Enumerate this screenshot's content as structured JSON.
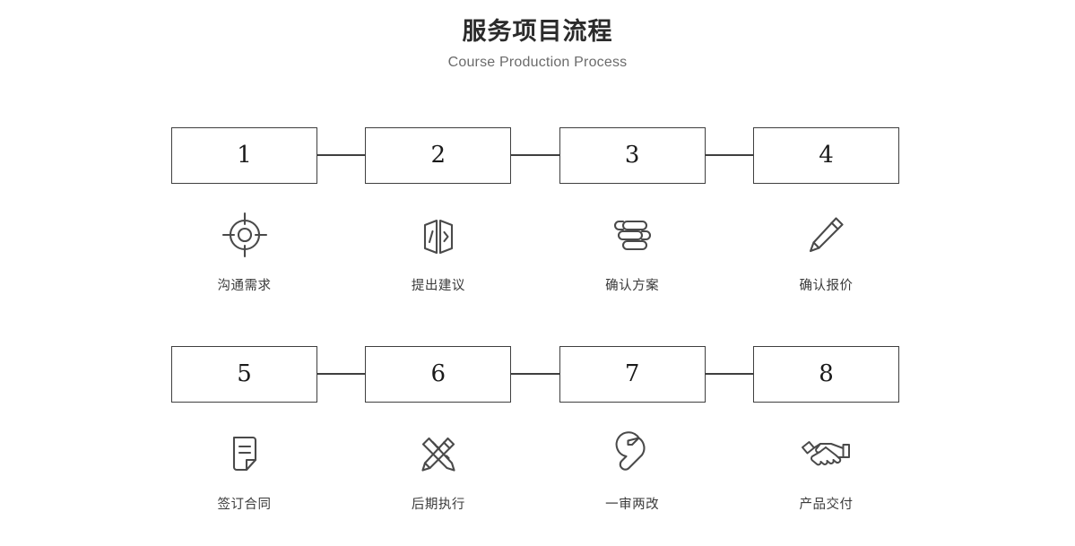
{
  "header": {
    "title_cn": "服务项目流程",
    "title_en": "Course Production Process"
  },
  "colors": {
    "box_border": "#3f3f3f",
    "icon_stroke": "#4a4a4a",
    "number_text": "#1a1a1a",
    "label_text": "#3a3a3a",
    "subtitle_text": "#6b6b6b",
    "background": "#ffffff"
  },
  "rows": [
    {
      "steps": [
        {
          "number": "1",
          "label": "沟通需求",
          "icon": "target-icon"
        },
        {
          "number": "2",
          "label": "提出建议",
          "icon": "open-book-icon"
        },
        {
          "number": "3",
          "label": "确认方案",
          "icon": "stacked-bars-icon"
        },
        {
          "number": "4",
          "label": "确认报价",
          "icon": "pencil-icon"
        }
      ]
    },
    {
      "steps": [
        {
          "number": "5",
          "label": "签订合同",
          "icon": "document-icon"
        },
        {
          "number": "6",
          "label": "后期执行",
          "icon": "pencil-ruler-icon"
        },
        {
          "number": "7",
          "label": "一审两改",
          "icon": "wrench-icon"
        },
        {
          "number": "8",
          "label": "产品交付",
          "icon": "handshake-icon"
        }
      ]
    }
  ]
}
